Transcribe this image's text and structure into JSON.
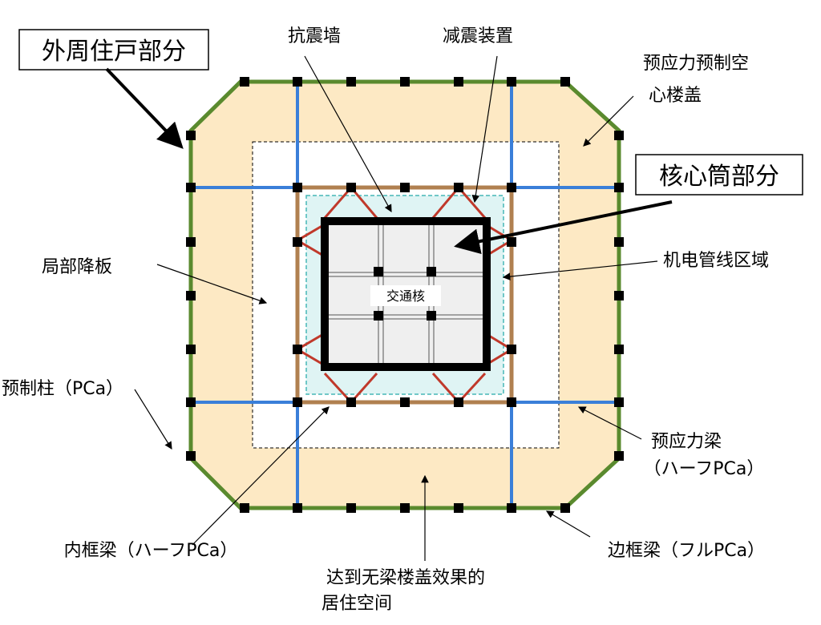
{
  "labels": {
    "perimeter_unit": "外周住戸部分",
    "core_part": "核心筒部分",
    "shear_wall": "抗震墙",
    "damper": "减震装置",
    "prestressed_slab_line1": "预应力预制空",
    "prestressed_slab_line2": "心楼盖",
    "dropped_slab": "局部降板",
    "mep_zone": "机电管线区域",
    "circulation_core": "交通核",
    "precast_column": "预制柱（PCa）",
    "prestressed_beam_line1": "预应力梁",
    "prestressed_beam_line2": "（ハーフPCa）",
    "inner_frame_beam": "内框梁（ハーフPCa）",
    "edge_frame_beam": "边框梁（フルPCa）",
    "flat_slab_effect_line1": "达到无梁楼盖效果的",
    "flat_slab_effect_line2": "居住空间"
  },
  "colors": {
    "slab_fill": "#fde9c4",
    "edge_beam": "#5a8a2e",
    "prestressed_beam": "#3a7fd9",
    "inner_beam": "#b08050",
    "mep_zone_fill": "#dff4f4",
    "mep_zone_border": "#46b7b7",
    "core_fill": "#efefef",
    "damper": "#c0392b",
    "column": "#000000"
  }
}
